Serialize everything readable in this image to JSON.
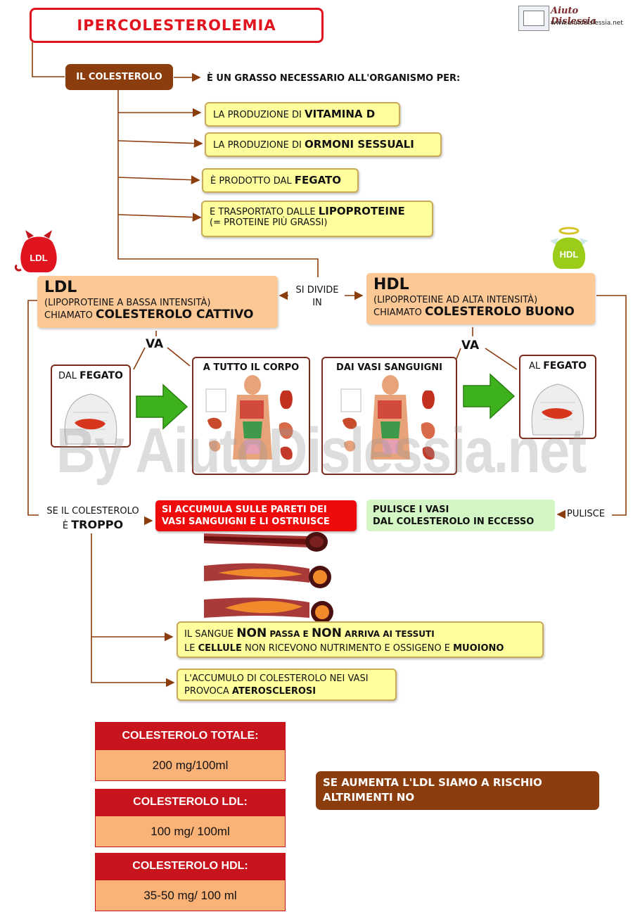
{
  "title": "IPERCOLESTEROLEMIA",
  "logo": {
    "brand": "Aiuto Dislessia",
    "url": "www.aiutodislessia.net"
  },
  "watermark": "By AiutoDislessia.net",
  "colesterolo": {
    "label": "IL COLESTEROLO",
    "definition": "È UN GRASSO NECESSARIO ALL'ORGANISMO PER:",
    "facts": [
      {
        "text": "LA PRODUZIONE DI ",
        "bold": "VITAMINA D"
      },
      {
        "text": "LA PRODUZIONE DI ",
        "bold": "ORMONI SESSUALI"
      },
      {
        "text": "È PRODOTTO DAL ",
        "bold": "FEGATO"
      },
      {
        "text": "E TRASPORTATO DALLE ",
        "bold": "LIPOPROTEINE",
        "line2": "(= PROTEINE PIÙ GRASSI)"
      }
    ]
  },
  "divide": {
    "line1": "SI DIVIDE",
    "line2": "IN"
  },
  "ldl": {
    "badge": "LDL",
    "title": "LDL",
    "subtitle": "(LIPOPROTEINE A BASSA INTENSITÀ)",
    "called": "CHIAMATO ",
    "called_bold": "COLESTEROLO CATTIVO",
    "va": "VA",
    "from_prefix": "DAL ",
    "from_bold": "FEGATO",
    "to": "A TUTTO IL CORPO"
  },
  "hdl": {
    "badge": "HDL",
    "title": "HDL",
    "subtitle": "(LIPOPROTEINE AD ALTA INTENSITÀ)",
    "called": "CHIAMATO ",
    "called_bold": "COLESTEROLO BUONO",
    "va": "VA",
    "from": "DAI VASI SANGUIGNI",
    "to_prefix": "AL ",
    "to_bold": "FEGATO"
  },
  "troppo": {
    "line1": "SE IL COLESTEROLO",
    "line2_prefix": "È ",
    "line2_bold": "TROPPO"
  },
  "accumula": {
    "line1": "SI ACCUMULA SULLE PARETI DEI",
    "line2": "VASI SANGUIGNI E LI OSTRUISCE"
  },
  "pulisce_box": {
    "line1": "PULISCE I VASI",
    "line2": "DAL COLESTEROLO IN ECCESSO"
  },
  "pulisce_label": "PULISCE",
  "sangue": {
    "p1": "IL SANGUE ",
    "b1": "NON",
    "p2": " PASSA E ",
    "b2": "NON",
    "p3": " ARRIVA AI TESSUTI",
    "p4": "LE ",
    "b3": "CELLULE",
    "p5": " NON RICEVONO NUTRIMENTO E OSSIGENO E ",
    "b4": "MUOIONO"
  },
  "accumulo": {
    "line1": "L'ACCUMULO DI COLESTEROLO NEI VASI",
    "line2_prefix": "PROVOCA ",
    "line2_bold": "ATEROSCLEROSI"
  },
  "stats": [
    {
      "label": "COLESTEROLO TOTALE:",
      "value": "200 mg/100ml"
    },
    {
      "label": "COLESTEROLO LDL:",
      "value": "100 mg/ 100ml"
    },
    {
      "label": "COLESTEROLO HDL:",
      "value": "35-50 mg/ 100 ml"
    }
  ],
  "risk": {
    "line1": "SE AUMENTA L'LDL SIAMO A RISCHIO",
    "line2": "ALTRIMENTI NO"
  },
  "colors": {
    "brown": "#8b3d0d",
    "red": "#e0141e",
    "yellow": "#ffff9e",
    "peach": "#fbc896",
    "green_box": "#d4f5c4",
    "arrow_green": "#3db21c"
  }
}
